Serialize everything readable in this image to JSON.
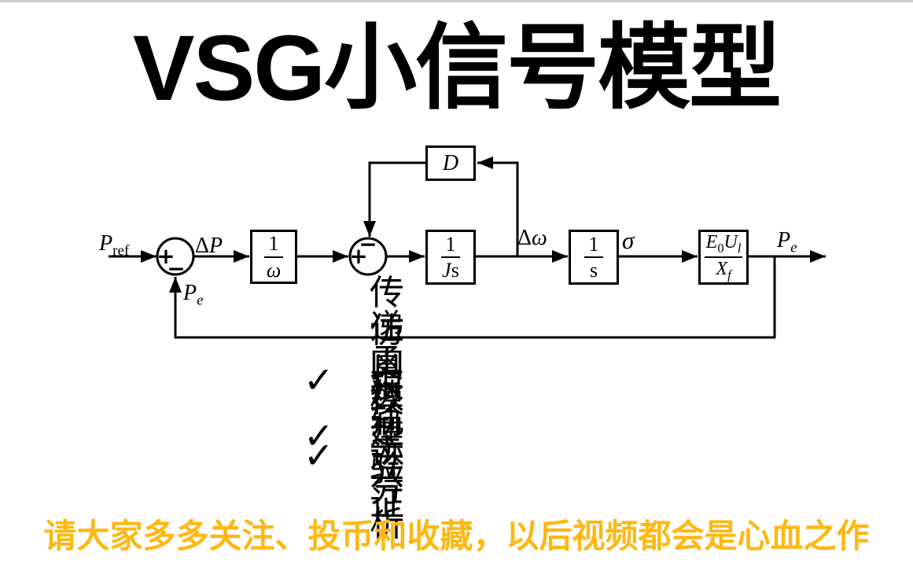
{
  "page": {
    "title": "VSG小信号模型"
  },
  "diagram": {
    "labels": {
      "input": {
        "base": "P",
        "sub": "ref"
      },
      "delta_p": {
        "delta": "Δ",
        "base": "P"
      },
      "feedback": {
        "base": "P",
        "sub": "e"
      },
      "delta_omega": {
        "delta": "Δ",
        "base": "ω"
      },
      "sigma": {
        "base": "σ"
      },
      "output": {
        "base": "P",
        "sub": "e"
      }
    },
    "junctions": {
      "j1": {
        "left": "+",
        "bottom": "−"
      },
      "j2": {
        "left": "+",
        "top": "−"
      }
    },
    "blocks": {
      "droop": {
        "num": "1",
        "den": "ω"
      },
      "inertia": {
        "num": "1",
        "den_j": "J",
        "den_s": "s"
      },
      "integrator": {
        "num": "1",
        "den": "s"
      },
      "gain": {
        "num_e": "E",
        "num_e_sub": "0",
        "num_u": "U",
        "num_u_sub": "l",
        "den_x": "X",
        "den_x_sub": "f"
      },
      "damping": {
        "label": "D"
      }
    }
  },
  "checklist": {
    "check_glyph": "✓",
    "items": [
      "传递函数建立",
      "仿真模型验证",
      "根轨迹分析"
    ]
  },
  "banner": {
    "text": "请大家多多关注、投币和收藏，以后视频都会是心血之作",
    "color": "#FDB813"
  }
}
